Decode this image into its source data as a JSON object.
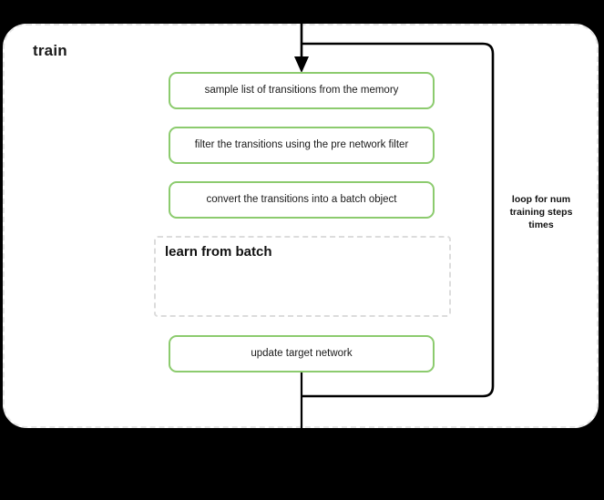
{
  "diagram": {
    "title": "train",
    "background_color": "#000000",
    "container_fill": "#ffffff",
    "container_border_color": "#e6e6e6",
    "accent_color": "#8ccb6e",
    "connector_color": "#000000",
    "steps": [
      {
        "id": "sample",
        "label": "sample list of transitions from the memory"
      },
      {
        "id": "filter",
        "label": "filter the transitions using the pre network filter"
      },
      {
        "id": "convert",
        "label": "convert the transitions into a batch object"
      },
      {
        "id": "update",
        "label": "update target network"
      }
    ],
    "sub_block": {
      "title": "learn from batch",
      "border_color": "#dcdcdc",
      "style": "dashed"
    },
    "loop": {
      "label": "loop for num training steps times",
      "label_line_1": "loop for num",
      "label_line_2": "training steps",
      "label_line_3": "times"
    }
  }
}
